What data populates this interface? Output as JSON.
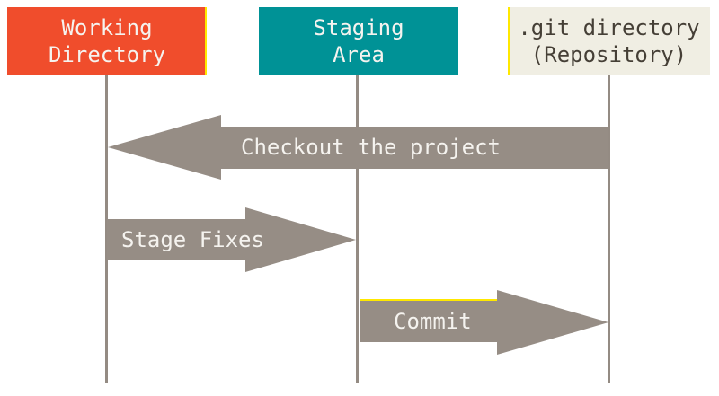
{
  "columns": [
    {
      "title_line1": "Working",
      "title_line2": "Directory"
    },
    {
      "title_line1": "Staging",
      "title_line2": "Area"
    },
    {
      "title_line1": ".git directory",
      "title_line2": "(Repository)"
    }
  ],
  "arrows": [
    {
      "label": "Checkout the project",
      "direction": "left"
    },
    {
      "label": "Stage Fixes",
      "direction": "right"
    },
    {
      "label": "Commit",
      "direction": "right"
    }
  ],
  "colors": {
    "working_directory_box": "#F04D2C",
    "staging_area_box": "#009296",
    "git_directory_box": "#F0EEE3",
    "git_directory_text": "#453F36",
    "arrow": "#968D85",
    "lifeline": "#948B83",
    "highlight_yellow": "#FFE800",
    "label_text": "#F5F3EF"
  }
}
